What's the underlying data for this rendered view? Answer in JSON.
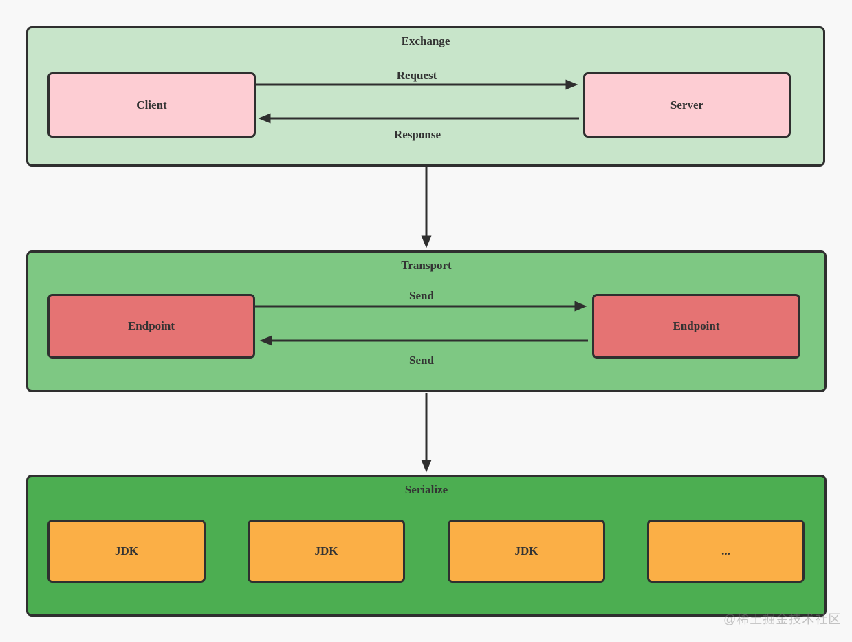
{
  "diagram": {
    "watermark": "@稀土掘金技术社区",
    "colors": {
      "canvas_bg": "#f8f8f8",
      "border_and_lines": "#2f2f2f",
      "text": "#333333",
      "exchange_layer_bg": "#c8e5ca",
      "transport_layer_bg": "#7ec883",
      "serialize_layer_bg": "#4cae51",
      "client_server_node_bg": "#fdcdd3",
      "endpoint_node_bg": "#e57373",
      "jdk_node_bg": "#fbaf46"
    },
    "sections": {
      "exchange": {
        "title": "Exchange",
        "nodes": {
          "client": "Client",
          "server": "Server"
        },
        "edge_labels": {
          "request": "Request",
          "response": "Response"
        }
      },
      "transport": {
        "title": "Transport",
        "nodes": {
          "endpoint_left": "Endpoint",
          "endpoint_right": "Endpoint"
        },
        "edge_labels": {
          "send_top": "Send",
          "send_bottom": "Send"
        }
      },
      "serialize": {
        "title": "Serialize",
        "nodes": {
          "jdk_1": "JDK",
          "jdk_2": "JDK",
          "jdk_3": "JDK",
          "more": "..."
        }
      }
    }
  }
}
